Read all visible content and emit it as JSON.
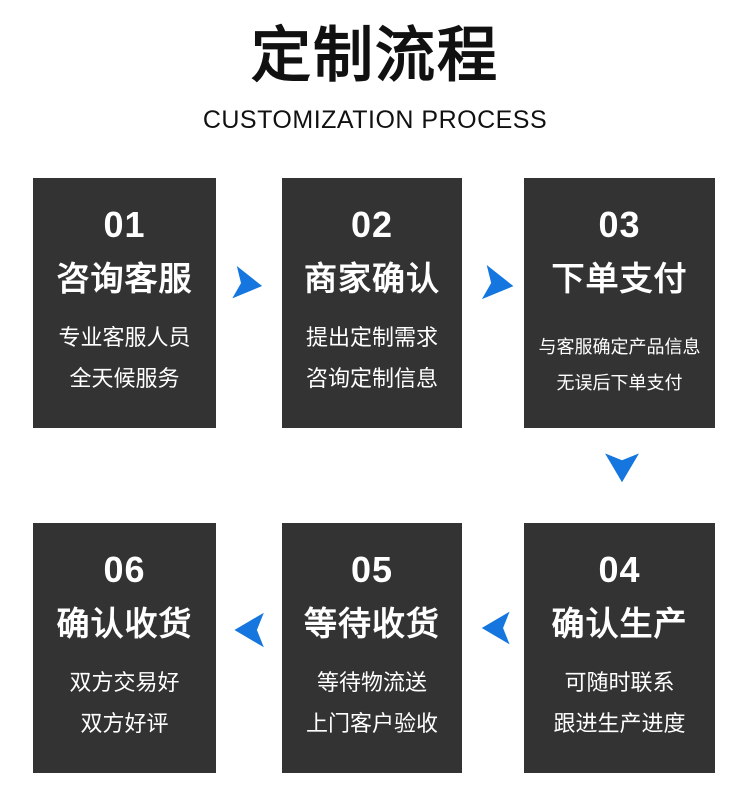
{
  "header": {
    "title": "定制流程",
    "subtitle": "CUSTOMIZATION PROCESS"
  },
  "colors": {
    "card_bg": "#333333",
    "arrow_blue": "#1476DE",
    "text_white": "#ffffff",
    "title_black": "#111111"
  },
  "icons": {
    "arrow_right": "▶",
    "arrow_left": "◀",
    "arrow_down": "▼"
  },
  "steps": [
    {
      "number": "01",
      "title": "咨询客服",
      "desc_lines": [
        "专业客服人员",
        "全天候服务"
      ]
    },
    {
      "number": "02",
      "title": "商家确认",
      "desc_lines": [
        "提出定制需求",
        "咨询定制信息"
      ]
    },
    {
      "number": "03",
      "title": "下单支付",
      "desc_lines": [
        "与客服确定产品信息",
        "无误后下单支付"
      ]
    },
    {
      "number": "04",
      "title": "确认生产",
      "desc_lines": [
        "可随时联系",
        "跟进生产进度"
      ]
    },
    {
      "number": "05",
      "title": "等待收货",
      "desc_lines": [
        "等待物流送",
        "上门客户验收"
      ]
    },
    {
      "number": "06",
      "title": "确认收货",
      "desc_lines": [
        "双方交易好",
        "双方好评"
      ]
    }
  ]
}
